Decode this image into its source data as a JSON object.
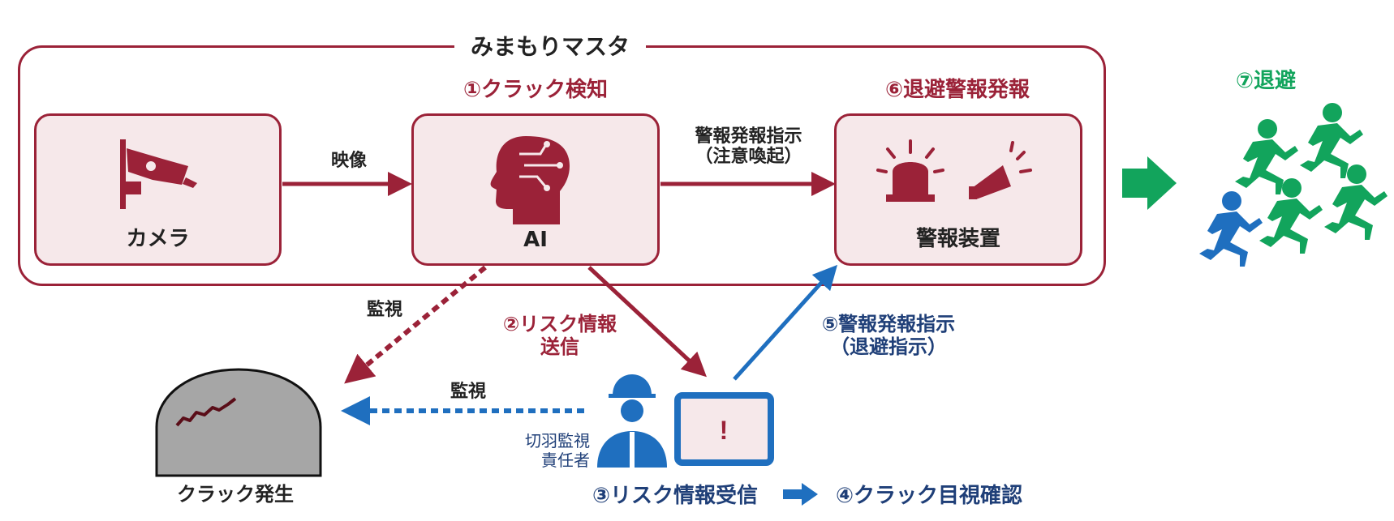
{
  "system": {
    "title": "みまもりマスタ"
  },
  "nodes": {
    "camera": {
      "label": "カメラ"
    },
    "ai": {
      "label": "AI",
      "step_title": "①クラック検知"
    },
    "alarm": {
      "label": "警報装置",
      "step_title": "⑥退避警報発報"
    },
    "tunnel": {
      "label": "クラック発生"
    },
    "supervisor": {
      "label_line1": "切羽監視",
      "label_line2": "責任者"
    },
    "tablet": {
      "mark": "!"
    }
  },
  "edges": {
    "video": "映像",
    "alarm_order_line1": "警報発報指示",
    "alarm_order_line2": "（注意喚起）",
    "ai_monitor": "監視",
    "risk_send_line1": "②リスク情報",
    "risk_send_line2": "送信",
    "supervisor_monitor": "監視",
    "evac_order_line1": "⑤警報発報指示",
    "evac_order_line2": "（退避指示）"
  },
  "steps": {
    "step3": "③リスク情報受信",
    "step4": "④クラック目視確認",
    "step7": "⑦退避"
  },
  "colors": {
    "crimson": "#9b2238",
    "box_fill": "#f6e8ea",
    "blue": "#1f6fbf",
    "green": "#12a45c",
    "navy": "#1f3f78",
    "tunnel_gray": "#a6a6a6"
  },
  "icons": [
    "camera-icon",
    "ai-head-icon",
    "siren-icon",
    "megaphone-icon",
    "tunnel-icon",
    "worker-icon",
    "tablet-icon",
    "running-people-icon"
  ]
}
